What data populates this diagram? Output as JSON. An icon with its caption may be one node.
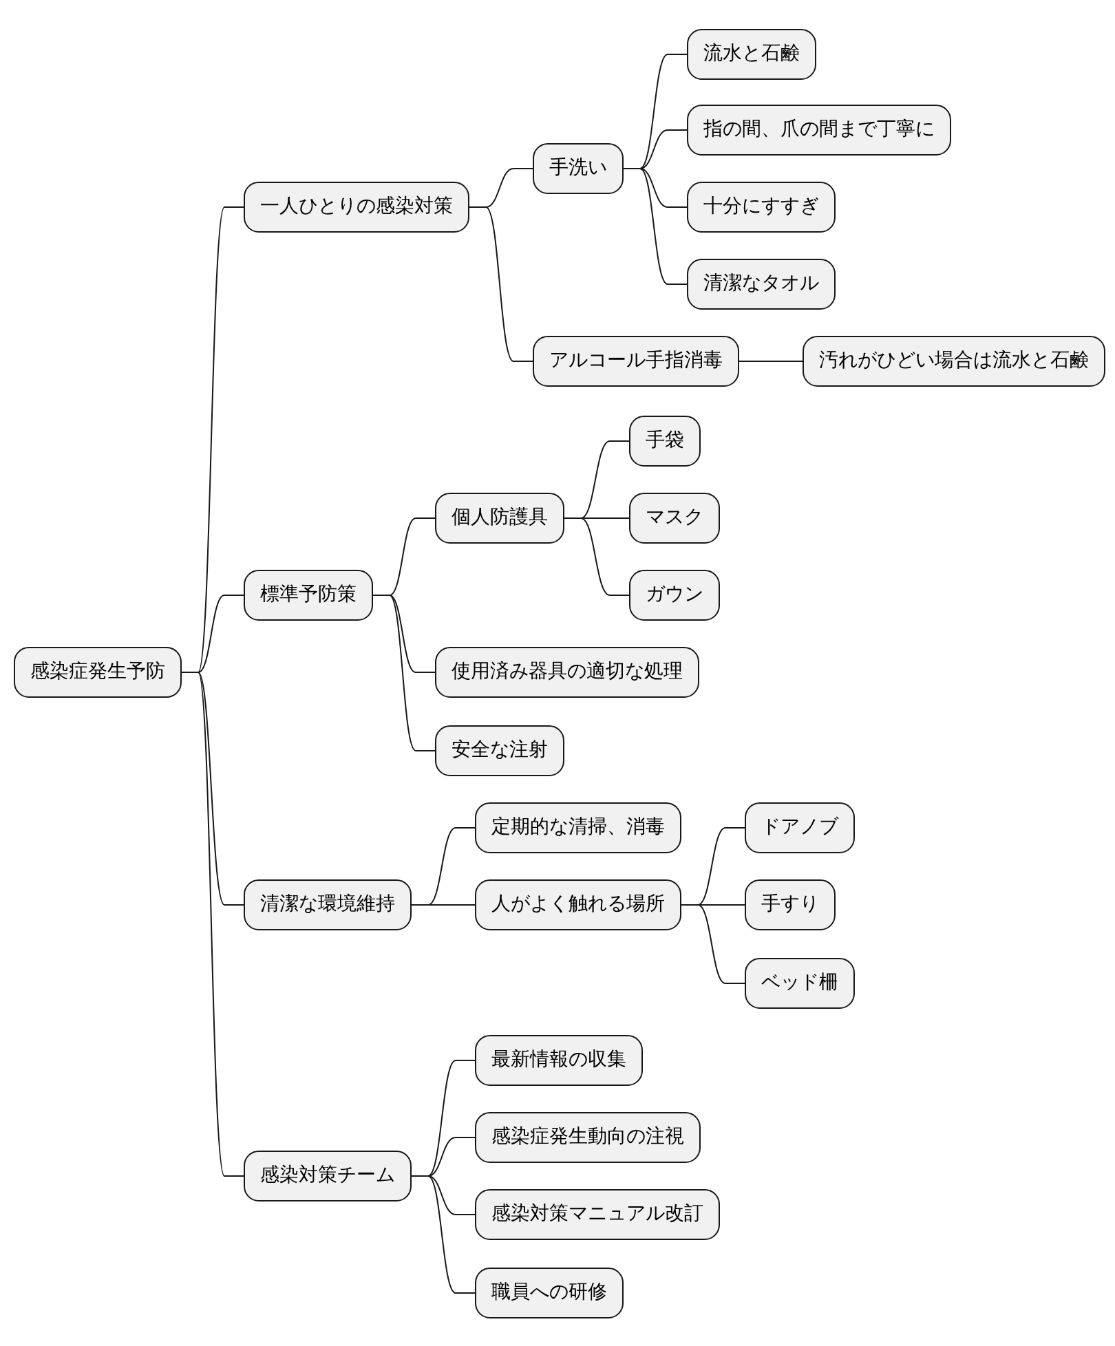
{
  "diagram": {
    "nodes": [
      {
        "text": [
          "感染症発生予防"
        ]
      },
      {
        "text": [
          "一人ひとりの感染対策"
        ]
      },
      {
        "text": [
          "手洗い"
        ]
      },
      {
        "text": [
          "流水と石鹸"
        ]
      },
      {
        "text": [
          "指の間、爪の間まで丁寧に"
        ]
      },
      {
        "text": [
          "十分にすすぎ"
        ]
      },
      {
        "text": [
          "清潔なタオル"
        ]
      },
      {
        "text": [
          "アルコール手指消毒"
        ]
      },
      {
        "text": [
          "汚れがひどい場合は流水と石鹸"
        ]
      },
      {
        "text": [
          "標準予防策"
        ]
      },
      {
        "text": [
          "個人防護具"
        ]
      },
      {
        "text": [
          "手袋"
        ]
      },
      {
        "text": [
          "マスク"
        ]
      },
      {
        "text": [
          "ガウン"
        ]
      },
      {
        "text": [
          "使用済み器具の適切な処理"
        ]
      },
      {
        "text": [
          "安全な注射"
        ]
      },
      {
        "text": [
          "清潔な環境維持"
        ]
      },
      {
        "text": [
          "定期的な清掃、消毒"
        ]
      },
      {
        "text": [
          "人がよく触れる場所"
        ]
      },
      {
        "text": [
          "ドアノブ"
        ]
      },
      {
        "text": [
          "手すり"
        ]
      },
      {
        "text": [
          "ベッド柵"
        ]
      },
      {
        "text": [
          "感染対策チーム"
        ]
      },
      {
        "text": [
          "最新情報の収集"
        ]
      },
      {
        "text": [
          "感染症発生動向の注視"
        ]
      },
      {
        "text": [
          "感染対策マニュアル改訂"
        ]
      },
      {
        "text": [
          "職員への研修"
        ]
      }
    ],
    "edges": [
      {
        "from": 0,
        "to": 1,
        "arrow": "none"
      },
      {
        "from": 1,
        "to": 2,
        "arrow": "none"
      },
      {
        "from": 2,
        "to": 3,
        "arrow": "none"
      },
      {
        "from": 2,
        "to": 4,
        "arrow": "none"
      },
      {
        "from": 2,
        "to": 5,
        "arrow": "none"
      },
      {
        "from": 2,
        "to": 6,
        "arrow": "none"
      },
      {
        "from": 1,
        "to": 7,
        "arrow": "none"
      },
      {
        "from": 7,
        "to": 8,
        "arrow": "none"
      },
      {
        "from": 0,
        "to": 9,
        "arrow": "none"
      },
      {
        "from": 9,
        "to": 10,
        "arrow": "none"
      },
      {
        "from": 10,
        "to": 11,
        "arrow": "none"
      },
      {
        "from": 10,
        "to": 12,
        "arrow": "none"
      },
      {
        "from": 10,
        "to": 13,
        "arrow": "none"
      },
      {
        "from": 9,
        "to": 14,
        "arrow": "none"
      },
      {
        "from": 9,
        "to": 15,
        "arrow": "none"
      },
      {
        "from": 0,
        "to": 16,
        "arrow": "none"
      },
      {
        "from": 16,
        "to": 17,
        "arrow": "none"
      },
      {
        "from": 16,
        "to": 18,
        "arrow": "none"
      },
      {
        "from": 18,
        "to": 19,
        "arrow": "none"
      },
      {
        "from": 18,
        "to": 20,
        "arrow": "none"
      },
      {
        "from": 18,
        "to": 21,
        "arrow": "none"
      },
      {
        "from": 0,
        "to": 22,
        "arrow": "none"
      },
      {
        "from": 22,
        "to": 23,
        "arrow": "none"
      },
      {
        "from": 22,
        "to": 24,
        "arrow": "none"
      },
      {
        "from": 22,
        "to": 25,
        "arrow": "none"
      },
      {
        "from": 22,
        "to": 26,
        "arrow": "none"
      }
    ]
  }
}
